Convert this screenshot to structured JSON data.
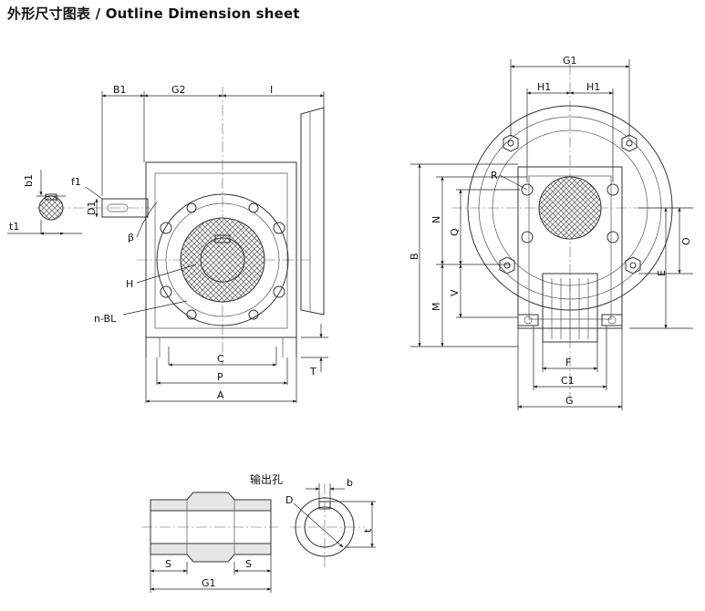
{
  "title": "外形尺寸图表 / Outline Dimension sheet",
  "front_view": {
    "labels": {
      "B1": "B1",
      "G2": "G2",
      "I": "I",
      "b1": "b1",
      "f1": "f1",
      "D1": "D1",
      "t1": "t1",
      "beta": "β",
      "H": "H",
      "nBL": "n-BL",
      "C": "C",
      "P": "P",
      "A": "A",
      "T": "T"
    }
  },
  "side_view": {
    "labels": {
      "G1": "G1",
      "H1_left": "H1",
      "H1_right": "H1",
      "R": "R",
      "B": "B",
      "N": "N",
      "Q": "Q",
      "M": "M",
      "V": "V",
      "O": "O",
      "E": "E",
      "F": "F",
      "C1": "C1",
      "G": "G"
    }
  },
  "output_hole": {
    "caption": "输出孔",
    "labels": {
      "b": "b",
      "D": "D",
      "t": "t",
      "S_left": "S",
      "S_right": "S",
      "G1": "G1"
    }
  }
}
